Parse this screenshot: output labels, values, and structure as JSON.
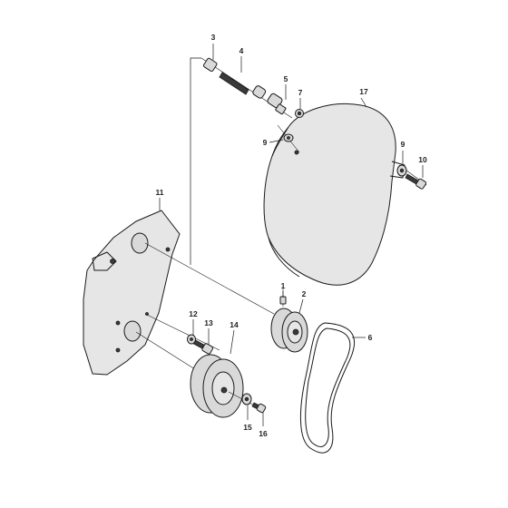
{
  "diagram": {
    "labels": {
      "p1": "1",
      "p2": "2",
      "p3": "3",
      "p4": "4",
      "p5": "5",
      "p6": "6",
      "p7": "7",
      "p8": "9",
      "p9": "9",
      "p10": "10",
      "p11": "11",
      "p12": "12",
      "p13": "13",
      "p14": "14",
      "p15": "15",
      "p16": "16",
      "p17": "17"
    }
  }
}
